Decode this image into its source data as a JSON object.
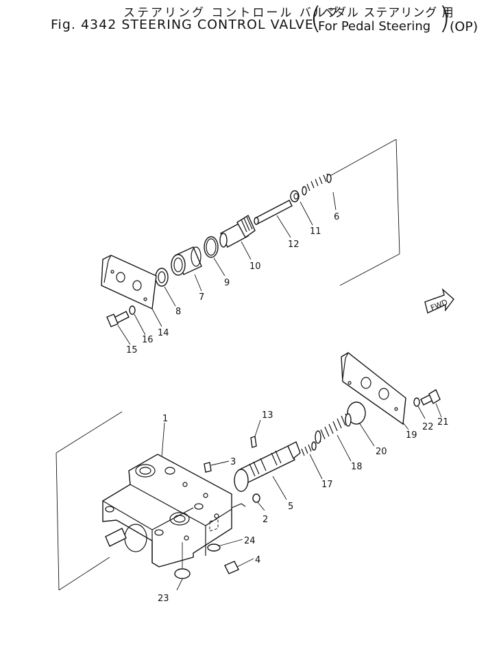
{
  "header": {
    "title_jp": "ステアリング コントロール バルブ",
    "title_en": "Fig. 4342 STEERING CONTROL VALVE",
    "subtitle_jp": "ペダル ステアリング 用",
    "subtitle_en": "For Pedal Steering",
    "option_code": "(OP)"
  },
  "fwd_label": "FWD",
  "callouts": {
    "p1": "1",
    "p2": "2",
    "p3": "3",
    "p4": "4",
    "p5": "5",
    "p6": "6",
    "p7": "7",
    "p8": "8",
    "p9": "9",
    "p10": "10",
    "p11": "11",
    "p12": "12",
    "p13": "13",
    "p14": "14",
    "p15": "15",
    "p16": "16",
    "p17": "17",
    "p18": "18",
    "p19": "19",
    "p20": "20",
    "p21": "21",
    "p22": "22",
    "p23": "23",
    "p24": "24"
  }
}
